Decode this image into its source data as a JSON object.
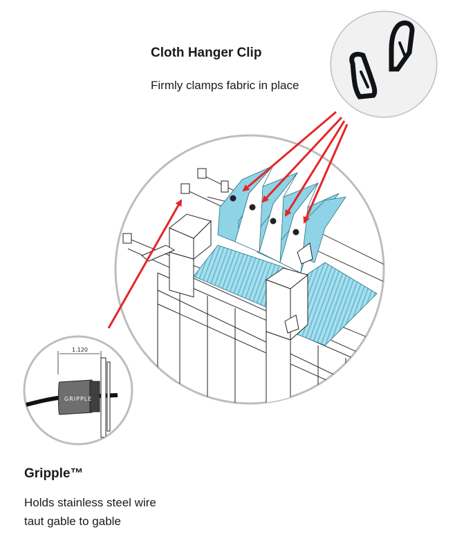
{
  "clip": {
    "title": "Cloth Hanger Clip",
    "description": "Firmly clamps fabric in place"
  },
  "gripple": {
    "title": "Gripple™",
    "description_line1": "Holds stainless steel wire",
    "description_line2": "taut gable to gable",
    "dimension_label": "1.120",
    "brand_text": "GRIPPLE"
  },
  "colors": {
    "arrow": "#e32626",
    "fabric": "#8fd3e6",
    "fabric_stripe": "#5bb7d0",
    "outline": "#222222",
    "circle_border": "#bdbdbd",
    "clip_plastic": "#101418"
  }
}
